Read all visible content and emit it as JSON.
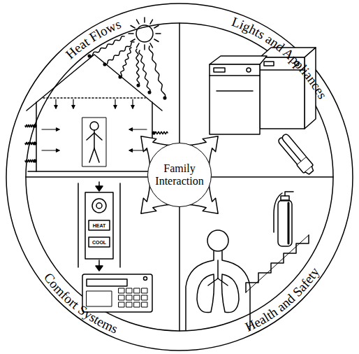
{
  "diagram": {
    "nodes": [
      {
        "text": [
          "Family Interaction"
        ]
      }
    ],
    "labels": [
      "Heat Flows",
      "Lights and Appliances",
      "Health and Safety",
      "Comfort Systems",
      "HEAT",
      "COOL"
    ]
  }
}
